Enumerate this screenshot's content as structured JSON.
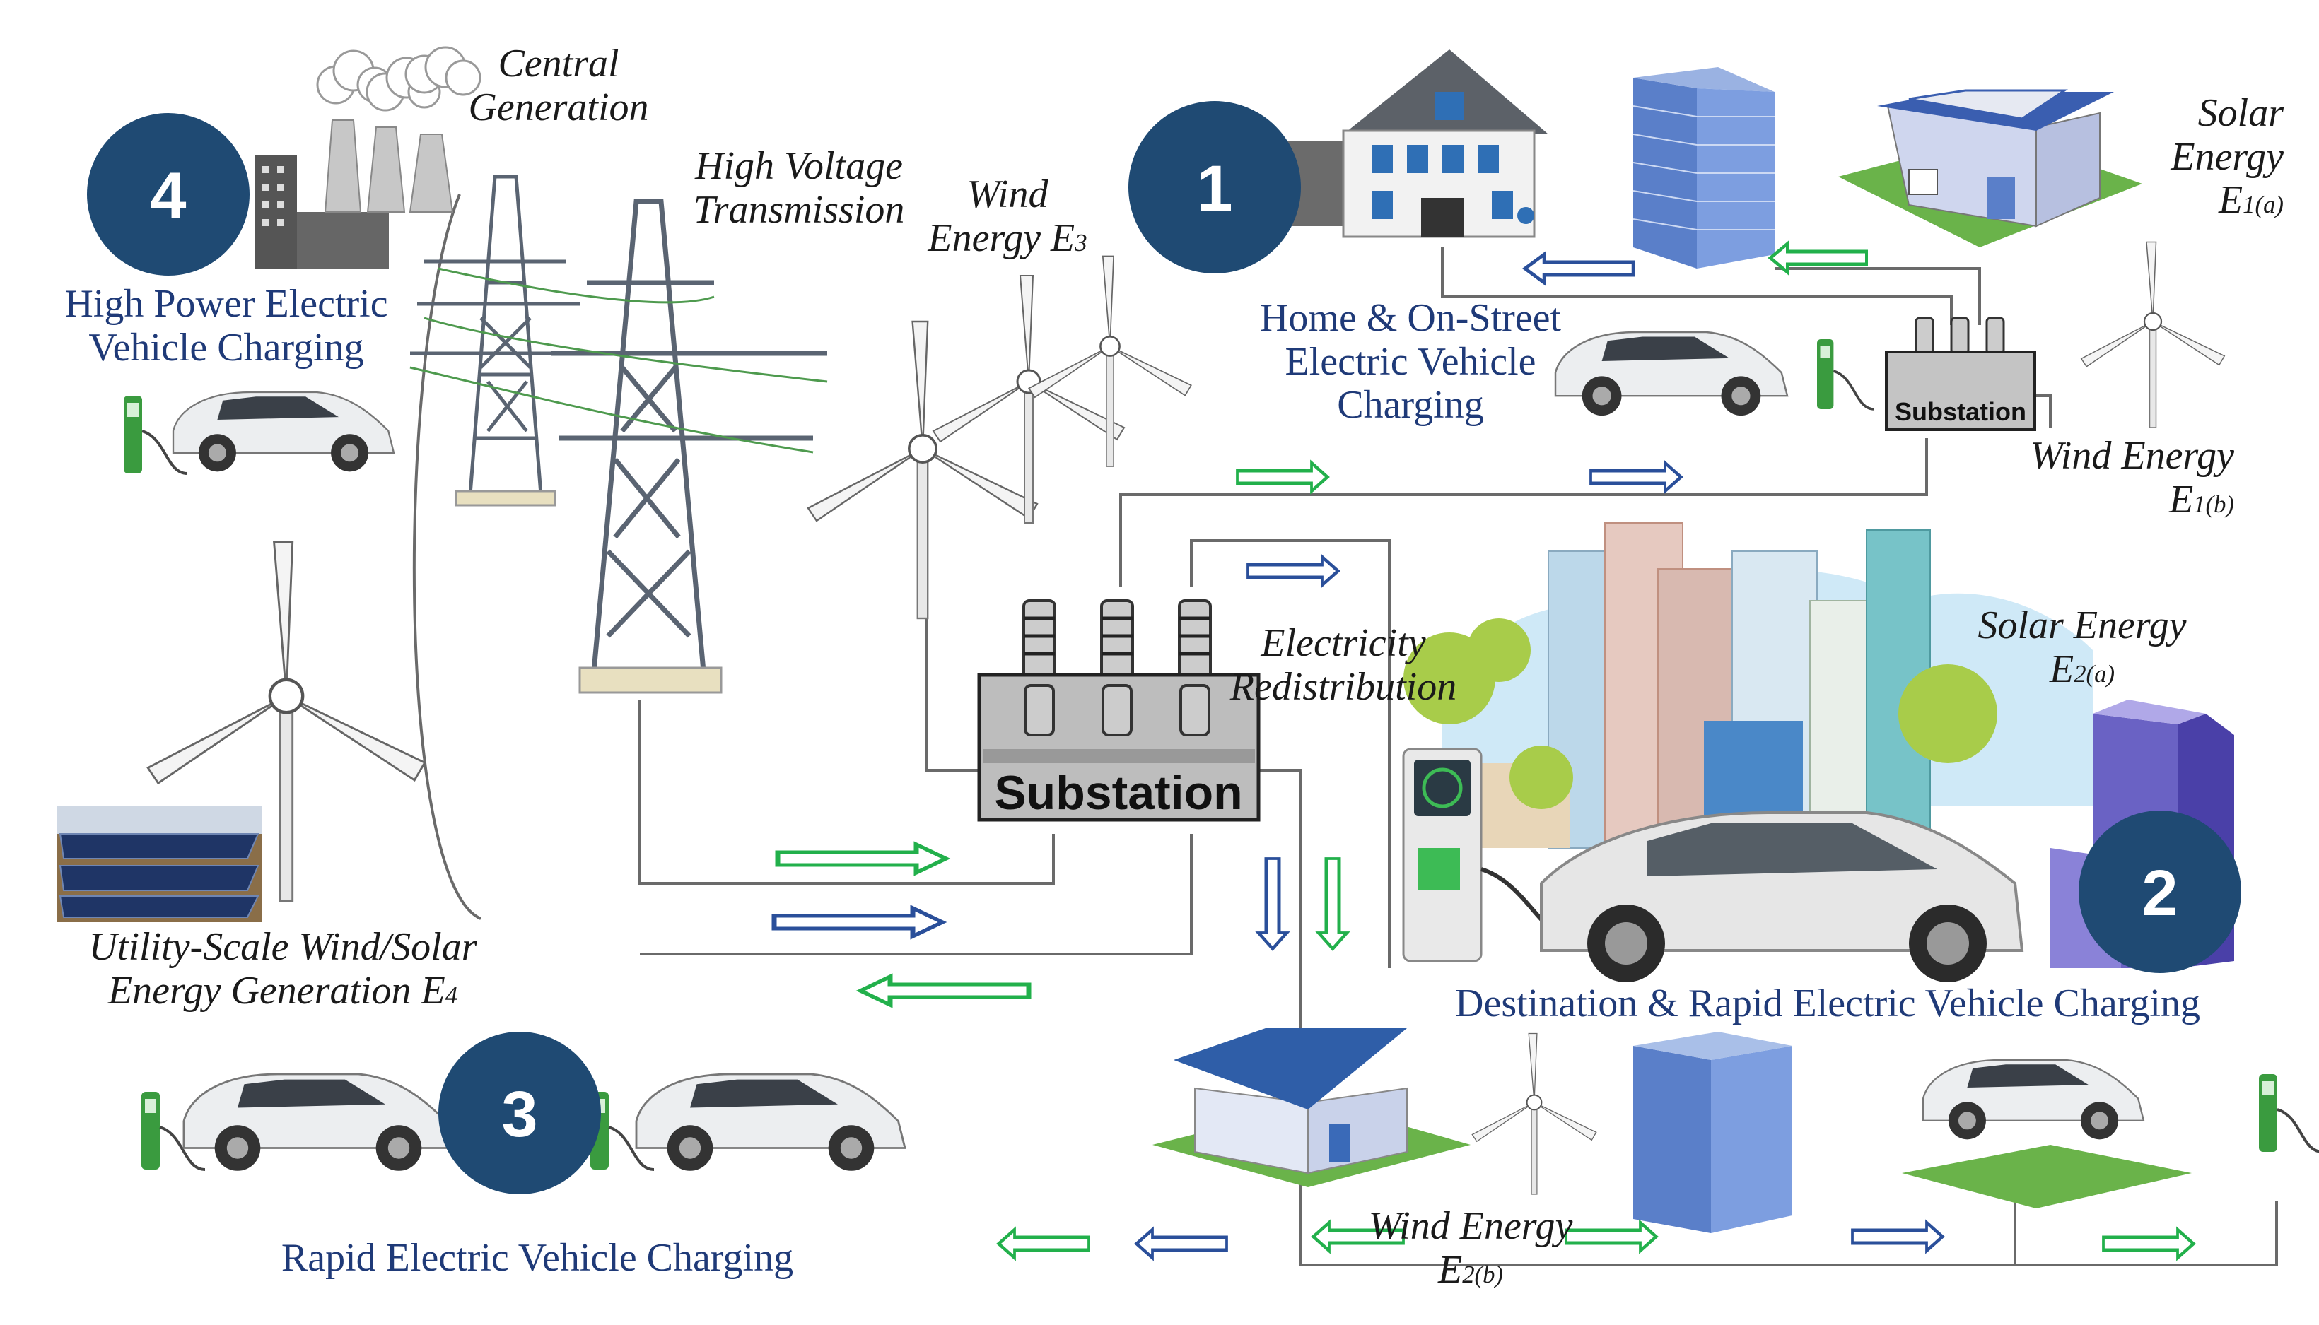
{
  "badges": {
    "b1": "1",
    "b2": "2",
    "b3": "3",
    "b4": "4"
  },
  "labels": {
    "central_generation": "Central Generation",
    "high_voltage": "High Voltage Transmission",
    "wind_e3": {
      "text": "Wind Energy E",
      "sub": "3"
    },
    "solar_e1a": {
      "text": "Solar Energy E",
      "sub": "1(a)"
    },
    "wind_e1b": {
      "text": "Wind Energy E",
      "sub": "1(b)"
    },
    "solar_e2a": {
      "text": "Solar Energy E",
      "sub": "2(a)"
    },
    "wind_e2b": {
      "text": "Wind Energy E",
      "sub": "2(b)"
    },
    "utility_scale": {
      "text": "Utility-Scale Wind/Solar Energy Generation E",
      "sub": "4"
    },
    "electricity_redistribution": "Electricity Redistribution",
    "high_power": "High Power Electric Vehicle Charging",
    "home_onstreet": "Home & On-Street Electric Vehicle Charging",
    "destination_rapid": "Destination & Rapid Electric Vehicle Charging",
    "rapid": "Rapid Electric Vehicle Charging",
    "substation_main": "Substation",
    "substation_small": "Substation"
  },
  "colors": {
    "badge": "#1f4a73",
    "arrow_green": "#22b04b",
    "arrow_blue": "#2a4f9a",
    "label_blue": "#1f3a78",
    "line": "#555555"
  },
  "icons": [
    "power-plant-icon",
    "transmission-tower-icon",
    "wind-turbine-icon",
    "house-icon",
    "office-building-icon",
    "solar-house-icon",
    "electric-car-icon",
    "charging-station-icon",
    "substation-icon",
    "solar-panel-field-icon",
    "city-skyline-icon"
  ]
}
